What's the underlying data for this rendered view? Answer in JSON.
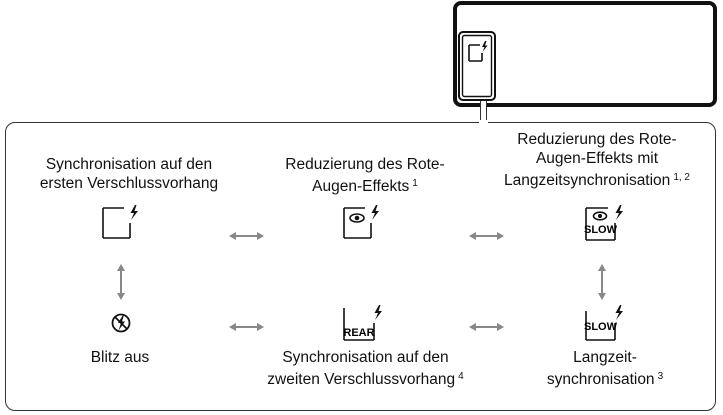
{
  "modes": {
    "first_curtain": {
      "label_line1": "Synchronisation auf den",
      "label_line2": "ersten Verschlussvorhang",
      "note": ""
    },
    "red_eye": {
      "label_line1": "Reduzierung des Rote-",
      "label_line2": "Augen-Effekts",
      "note": "1"
    },
    "red_eye_slow": {
      "label_line1": "Reduzierung des Rote-",
      "label_line2": "Augen-Effekts mit",
      "label_line3": "Langzeitsynchronisation",
      "note": "1, 2"
    },
    "flash_off": {
      "label_line1": "Blitz aus",
      "note": ""
    },
    "rear": {
      "label_line1": "Synchronisation auf den",
      "label_line2": "zweiten Verschlussvorhang",
      "note": "4",
      "icon_text": "REAR"
    },
    "slow": {
      "label_line1": "Langzeit-",
      "label_line2": "synchronisation",
      "note": "3",
      "icon_text": "SLOW"
    }
  },
  "icons": {
    "first_curtain": "flash-first-curtain-icon",
    "red_eye": "flash-red-eye-icon",
    "red_eye_slow": "flash-red-eye-slow-icon",
    "flash_off": "flash-off-icon",
    "rear": "flash-rear-icon",
    "slow": "flash-slow-icon",
    "arrows": "double-arrow-icon"
  },
  "slow_text": "SLOW",
  "colors": {
    "line": "#111111",
    "arrow": "#888888",
    "background": "#ffffff"
  }
}
